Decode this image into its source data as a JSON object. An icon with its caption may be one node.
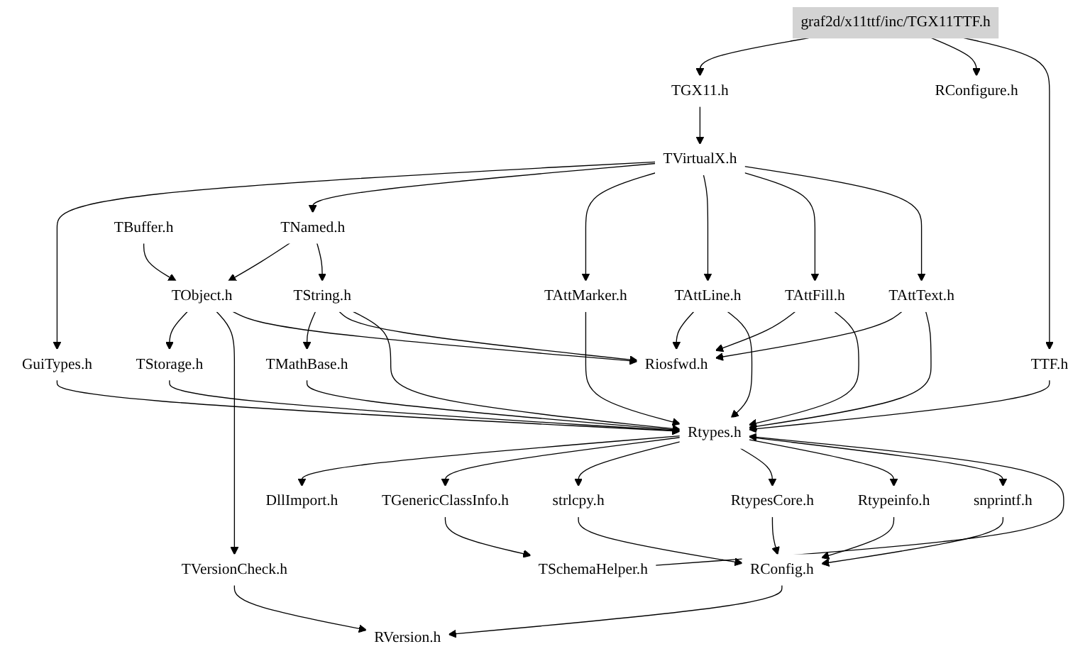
{
  "diagram": {
    "nodes": [
      {
        "text": [
          "graf2d/x11ttf/inc/TGX11TTF.h"
        ]
      },
      {
        "text": [
          "TGX11.h"
        ]
      },
      {
        "text": [
          "RConfigure.h"
        ]
      },
      {
        "text": [
          "TVirtualX.h"
        ]
      },
      {
        "text": [
          "TTF.h"
        ]
      },
      {
        "text": [
          "GuiTypes.h"
        ]
      },
      {
        "text": [
          "TNamed.h"
        ]
      },
      {
        "text": [
          "TObject.h"
        ]
      },
      {
        "text": [
          "TString.h"
        ]
      },
      {
        "text": [
          "TAttMarker.h"
        ]
      },
      {
        "text": [
          "TAttLine.h"
        ]
      },
      {
        "text": [
          "TAttFill.h"
        ]
      },
      {
        "text": [
          "TAttText.h"
        ]
      },
      {
        "text": [
          "TStorage.h"
        ]
      },
      {
        "text": [
          "TBuffer.h"
        ]
      },
      {
        "text": [
          "TMathBase.h"
        ]
      },
      {
        "text": [
          "Riosfwd.h"
        ]
      },
      {
        "text": [
          "TVersionCheck.h"
        ]
      },
      {
        "text": [
          "Rtypes.h"
        ]
      },
      {
        "text": [
          "DllImport.h"
        ]
      },
      {
        "text": [
          "TGenericClassInfo.h"
        ]
      },
      {
        "text": [
          "strlcpy.h"
        ]
      },
      {
        "text": [
          "RtypesCore.h"
        ]
      },
      {
        "text": [
          "Rtypeinfo.h"
        ]
      },
      {
        "text": [
          "snprintf.h"
        ]
      },
      {
        "text": [
          "TSchemaHelper.h"
        ]
      },
      {
        "text": [
          "RConfig.h"
        ]
      },
      {
        "text": [
          "RVersion.h"
        ]
      }
    ],
    "edges": [
      {
        "from": 0,
        "to": 1,
        "arrow": "to"
      },
      {
        "from": 0,
        "to": 2,
        "arrow": "to"
      },
      {
        "from": 0,
        "to": 4,
        "arrow": "to"
      },
      {
        "from": 1,
        "to": 3,
        "arrow": "to"
      },
      {
        "from": 3,
        "to": 5,
        "arrow": "to"
      },
      {
        "from": 3,
        "to": 6,
        "arrow": "to"
      },
      {
        "from": 3,
        "to": 9,
        "arrow": "to"
      },
      {
        "from": 3,
        "to": 10,
        "arrow": "to"
      },
      {
        "from": 3,
        "to": 11,
        "arrow": "to"
      },
      {
        "from": 3,
        "to": 12,
        "arrow": "to"
      },
      {
        "from": 4,
        "to": 18,
        "arrow": "to"
      },
      {
        "from": 5,
        "to": 18,
        "arrow": "to"
      },
      {
        "from": 6,
        "to": 7,
        "arrow": "to"
      },
      {
        "from": 6,
        "to": 8,
        "arrow": "to"
      },
      {
        "from": 7,
        "to": 13,
        "arrow": "to"
      },
      {
        "from": 7,
        "to": 17,
        "arrow": "to"
      },
      {
        "from": 7,
        "to": 16,
        "arrow": "to"
      },
      {
        "from": 14,
        "to": 7,
        "arrow": "to"
      },
      {
        "from": 8,
        "to": 15,
        "arrow": "to"
      },
      {
        "from": 8,
        "to": 16,
        "arrow": "to"
      },
      {
        "from": 8,
        "to": 18,
        "arrow": "to"
      },
      {
        "from": 9,
        "to": 18,
        "arrow": "to"
      },
      {
        "from": 10,
        "to": 16,
        "arrow": "to"
      },
      {
        "from": 10,
        "to": 18,
        "arrow": "to"
      },
      {
        "from": 11,
        "to": 16,
        "arrow": "to"
      },
      {
        "from": 11,
        "to": 18,
        "arrow": "to"
      },
      {
        "from": 12,
        "to": 16,
        "arrow": "to"
      },
      {
        "from": 12,
        "to": 18,
        "arrow": "to"
      },
      {
        "from": 13,
        "to": 18,
        "arrow": "to"
      },
      {
        "from": 15,
        "to": 18,
        "arrow": "to"
      },
      {
        "from": 17,
        "to": 27,
        "arrow": "to"
      },
      {
        "from": 18,
        "to": 19,
        "arrow": "to"
      },
      {
        "from": 18,
        "to": 20,
        "arrow": "to"
      },
      {
        "from": 18,
        "to": 21,
        "arrow": "to"
      },
      {
        "from": 18,
        "to": 22,
        "arrow": "to"
      },
      {
        "from": 18,
        "to": 23,
        "arrow": "to"
      },
      {
        "from": 18,
        "to": 24,
        "arrow": "to"
      },
      {
        "from": 20,
        "to": 25,
        "arrow": "to"
      },
      {
        "from": 25,
        "to": 18,
        "arrow": "to"
      },
      {
        "from": 21,
        "to": 26,
        "arrow": "to"
      },
      {
        "from": 22,
        "to": 26,
        "arrow": "to"
      },
      {
        "from": 23,
        "to": 26,
        "arrow": "to"
      },
      {
        "from": 24,
        "to": 26,
        "arrow": "to"
      },
      {
        "from": 26,
        "to": 27,
        "arrow": "to"
      }
    ]
  }
}
